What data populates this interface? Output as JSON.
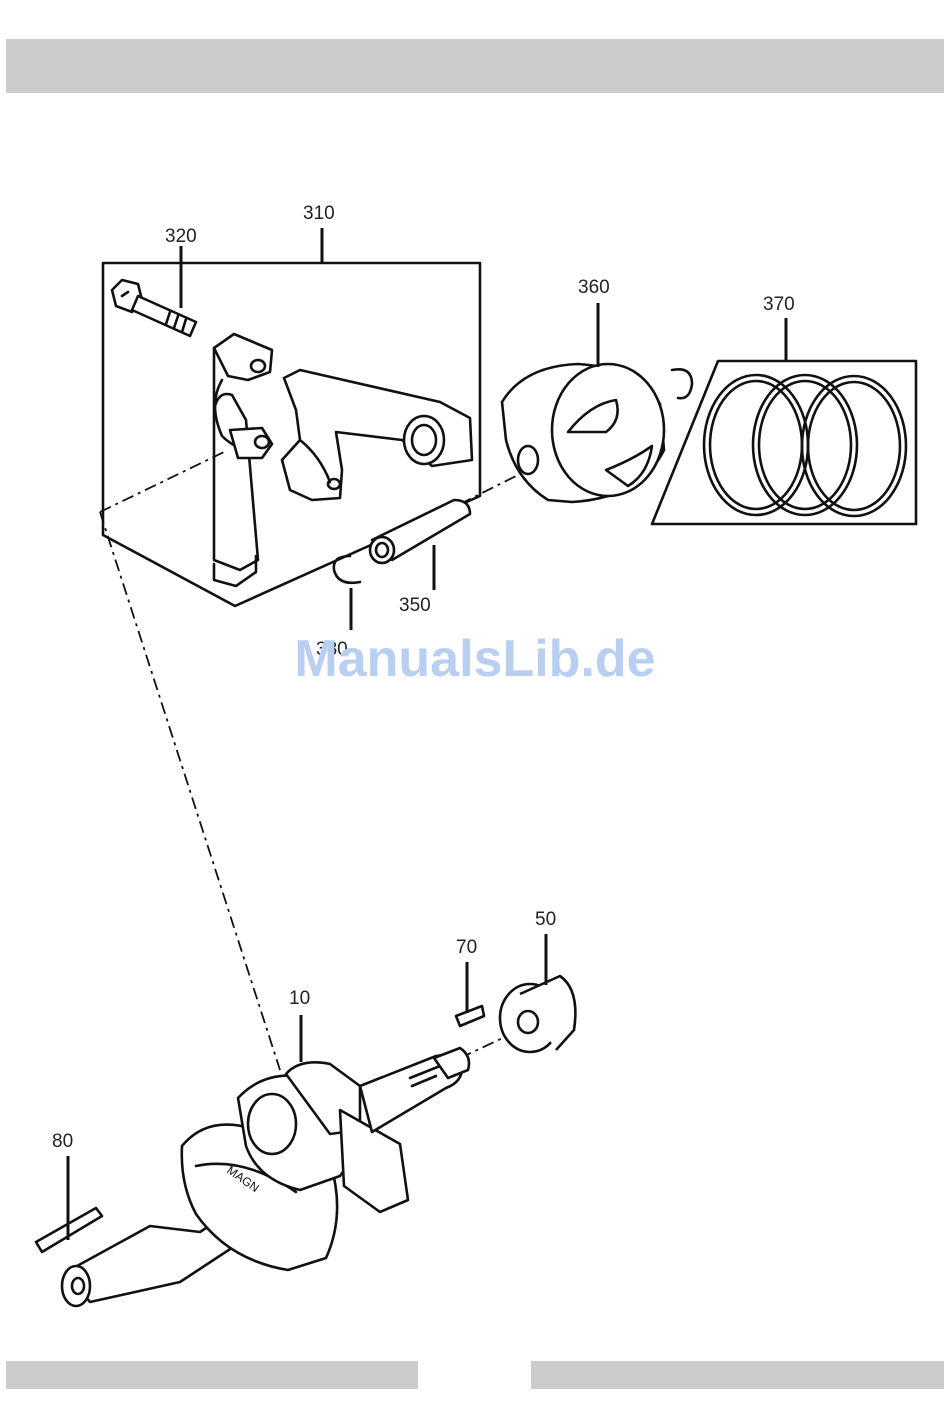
{
  "labels": {
    "l310": "310",
    "l320": "320",
    "l360": "360",
    "l370": "370",
    "l350": "350",
    "l380": "380",
    "l10": "10",
    "l50": "50",
    "l70": "70",
    "l80": "80"
  },
  "watermark": "ManualsLib.de",
  "colors": {
    "bars": "#cccccc",
    "watermark": "#b9cff2",
    "ink": "#111111"
  }
}
